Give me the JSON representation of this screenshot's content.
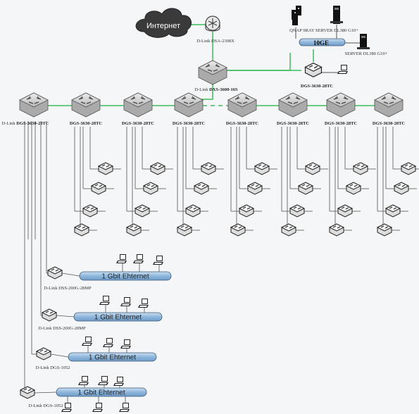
{
  "internet_label": "Интернет",
  "router_label": "D-Link DSA-2308X",
  "core_label_prefix": "D-Link ",
  "core_label_model": "DXS-3600-16S",
  "tenge_label": "10GE",
  "server1_label": "QNAP 9RAY SERVER DL380 G10+",
  "server2_label": "SERVER DL380 G10+",
  "agg_label": "DGS-3630-28TC",
  "access_switches": [
    {
      "prefix": "D-Link ",
      "label": "DGS-3630-28TC"
    },
    {
      "prefix": "",
      "label": "DGS-3630-28TC"
    },
    {
      "prefix": "",
      "label": "DGS-3630-28TC"
    },
    {
      "prefix": "",
      "label": "DGS-3630-28TC"
    },
    {
      "prefix": "",
      "label": "DGS-3630-28TC"
    },
    {
      "prefix": "",
      "label": "DGS-3630-28TC"
    },
    {
      "prefix": "",
      "label": "DGS-3630-28TC"
    },
    {
      "prefix": "",
      "label": "DGS-3630-28TC"
    }
  ],
  "segments": [
    {
      "switch_label": "D-Link DSS-200G-28MP",
      "bus_label": "1 Gbit Ehternet"
    },
    {
      "switch_label": "D-Link DSS-200G-28MP",
      "bus_label": "1 Gbit Ehternet"
    },
    {
      "switch_label": "D-Link DGS-1052",
      "bus_label": "1 Gbit Ehternet"
    },
    {
      "switch_label": "D-Link DGS-1052",
      "bus_label": "1 Gbit Ehternet"
    }
  ],
  "colors": {
    "link": "#3dbb5f",
    "bus": "#8fb6db",
    "switch": "#c8c8c8",
    "cloud": "#3a3a3a"
  }
}
